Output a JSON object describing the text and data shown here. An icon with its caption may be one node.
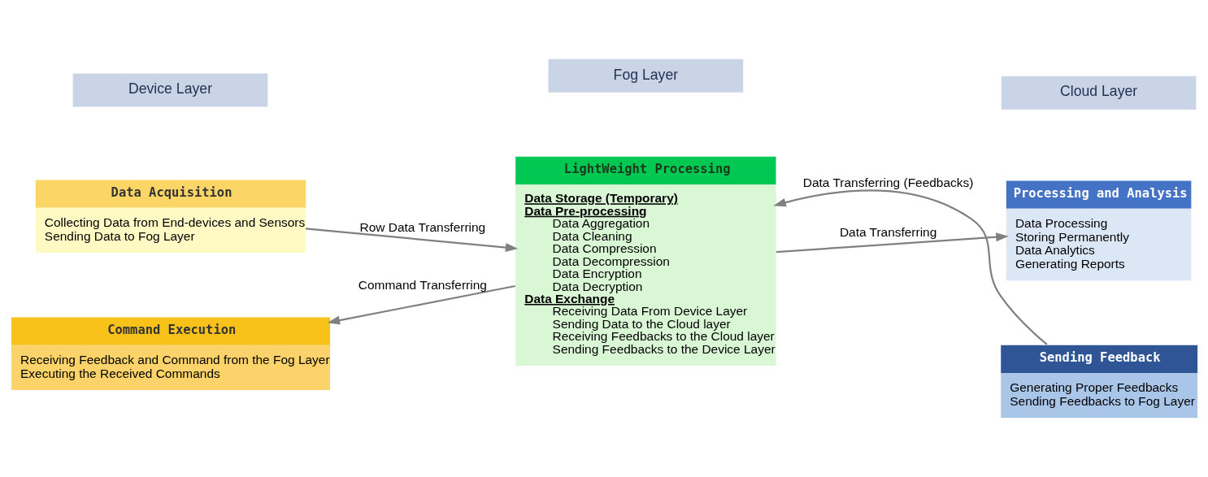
{
  "diagram": {
    "nodes": [
      {
        "text": [
          "Data Acquisition",
          "Collecting Data from End-devices and Sensors",
          "Sending Data to Fog Layer"
        ]
      },
      {
        "text": [
          "Command Execution",
          "Receiving Feedback and Command from the Fog Layer",
          "Executing the Received Commands"
        ]
      },
      {
        "text": [
          "LightWeight Processing",
          "Data Storage (Temporary)",
          "Data Pre-processing",
          "Data Aggregation",
          "Data Cleaning",
          "Data Compression",
          "Data Decompression",
          "Data Encryption",
          "Data Decryption",
          "Data Exchange",
          "Receiving Data From Device Layer",
          "Sending Data to the Cloud layer",
          "Receiving Feedbacks to the Cloud layer",
          "Sending Feedbacks to the Device Layer"
        ]
      },
      {
        "text": [
          "Processing and Analysis",
          "Data Processing",
          "Storing Permanently",
          "Data Analytics",
          "Generating Reports"
        ]
      },
      {
        "text": [
          "Sending Feedback",
          "Generating Proper Feedbacks",
          "Sending Feedbacks to Fog Layer"
        ]
      }
    ],
    "edges": [
      {
        "from": 0,
        "to": 2,
        "arrow": "to",
        "label": "Row Data Transferring"
      },
      {
        "from": 2,
        "to": 3,
        "arrow": "to",
        "label": "Data Transferring"
      },
      {
        "from": 4,
        "to": 2,
        "arrow": "to",
        "label": "Data Transferring (Feedbacks)"
      },
      {
        "from": 2,
        "to": 1,
        "arrow": "to",
        "label": "Command Transferring"
      }
    ],
    "labels": [
      "Device Layer",
      "Fog Layer",
      "Cloud Layer"
    ]
  }
}
